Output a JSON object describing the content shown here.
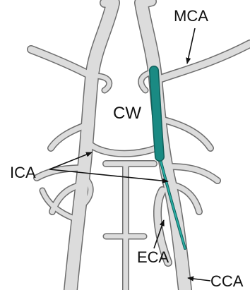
{
  "labels": {
    "mca": "MCA",
    "cw": "CW",
    "ica": "ICA",
    "eca": "ECA",
    "cca": "CCA"
  },
  "colors": {
    "vessel_fill": "#dcdcdc",
    "vessel_outline": "#6e6e6e",
    "catheter": "#1a8a83",
    "text": "#111111"
  }
}
